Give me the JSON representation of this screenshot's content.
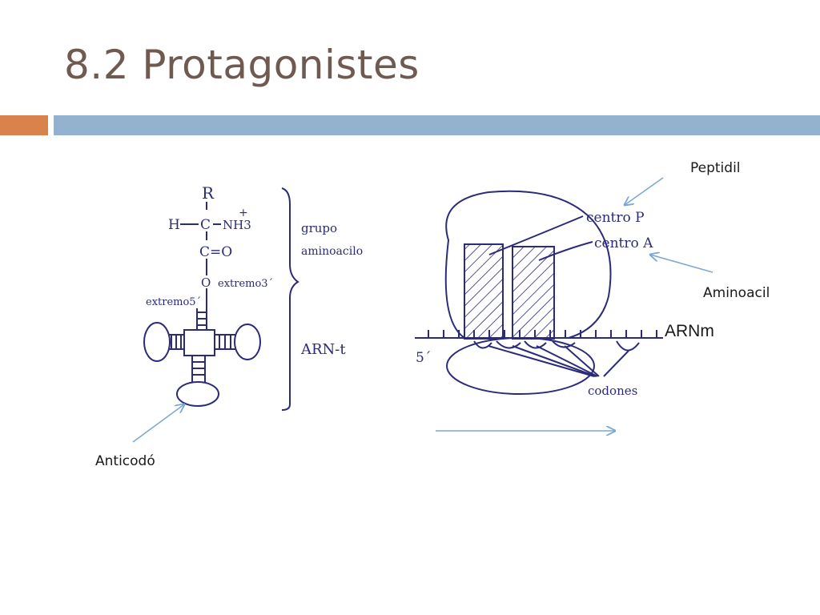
{
  "slide": {
    "title": "8.2 Protagonistes",
    "accent_colors": {
      "orange": "#d9824b",
      "blue": "#92b2d0"
    }
  },
  "trna_drawing": {
    "r_group": "R",
    "h_atom": "H",
    "carbon": "C",
    "amino_group": "NH3",
    "amino_charge": "+",
    "carbonyl": "C=O",
    "oxygen": "O",
    "grupo_label": "grupo",
    "aminoacilo_label": "aminoacilo",
    "extremo3_label": "extremo3´",
    "extremo5_label": "extremo5´",
    "arnt_label": "ARN-t"
  },
  "ribosome_drawing": {
    "centro_p": "centro P",
    "centro_a": "centro A",
    "five_prime": "5´",
    "codones": "codones"
  },
  "annotations": {
    "peptidil": "Peptidil",
    "aminoacil": "Aminoacil",
    "arnm": "ARNm",
    "anticodo": "Anticodó"
  },
  "colors": {
    "ink": "#2b2b7a",
    "arrow": "#7aa6d4"
  }
}
